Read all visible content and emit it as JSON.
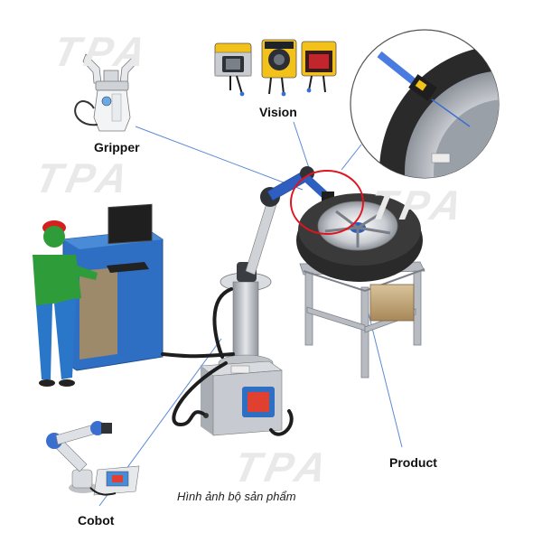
{
  "watermark": "TPA",
  "labels": {
    "gripper": "Gripper",
    "vision": "Vision",
    "product": "Product",
    "cobot": "Cobot"
  },
  "caption": "Hình ảnh bộ sản phẩm",
  "colors": {
    "accent_blue": "#3a6fd0",
    "callout_red": "#e0141e",
    "leader_line": "#5b8bd6",
    "camera_yellow": "#f2c21b",
    "operator_green": "#2f9c3a",
    "operator_blue": "#2a76c9",
    "cabinet_blue": "#2f6fc3",
    "frame_gray": "#b8bcc2",
    "tire_black": "#2a2a2a"
  },
  "icons": [
    "gripper-icon",
    "vision-camera-icon",
    "cobot-arm-icon",
    "operator-icon",
    "tire-icon"
  ]
}
